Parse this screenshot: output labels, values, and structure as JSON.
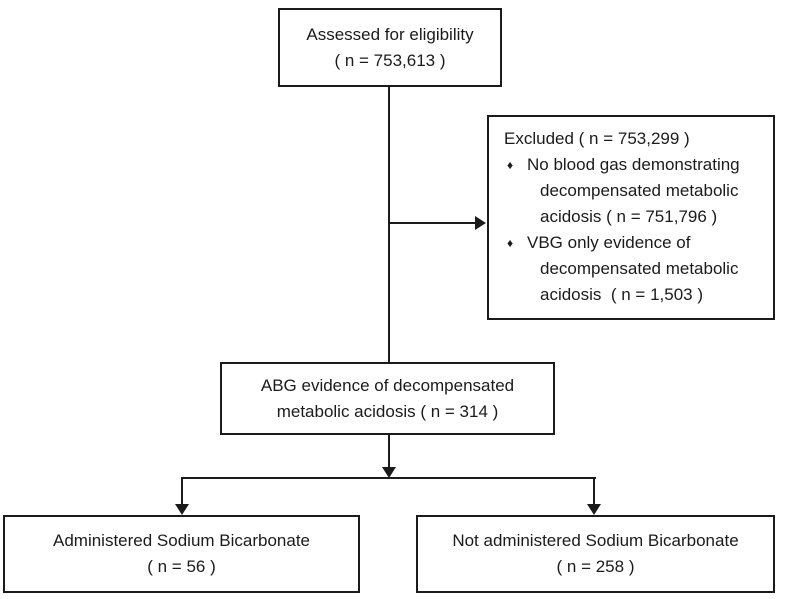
{
  "figure_type": "patient-flow-diagram",
  "colors": {
    "background": "#ffffff",
    "box_border": "#1b1b1b",
    "text": "#1b1b1b",
    "connector": "#1b1b1b"
  },
  "boxes": {
    "assessed": {
      "lines": [
        "Assessed for eligibility",
        "( n = 753,613 )"
      ]
    },
    "excluded": {
      "title": "Excluded ( n = 753,299 )",
      "bullet_glyph": "♦",
      "bullets": [
        {
          "lines": [
            "No blood gas demonstrating",
            "decompensated metabolic",
            "acidosis ( n = 751,796 )"
          ]
        },
        {
          "lines": [
            "VBG only evidence of",
            "decompensated metabolic",
            "acidosis  ( n = 1,503 )"
          ]
        }
      ]
    },
    "abg": {
      "lines": [
        "ABG evidence of decompensated",
        "metabolic acidosis ( n = 314 )"
      ]
    },
    "administered": {
      "lines": [
        "Administered Sodium Bicarbonate",
        "( n = 56 )"
      ]
    },
    "not_administered": {
      "lines": [
        "Not administered Sodium Bicarbonate",
        "( n = 258 )"
      ]
    }
  }
}
